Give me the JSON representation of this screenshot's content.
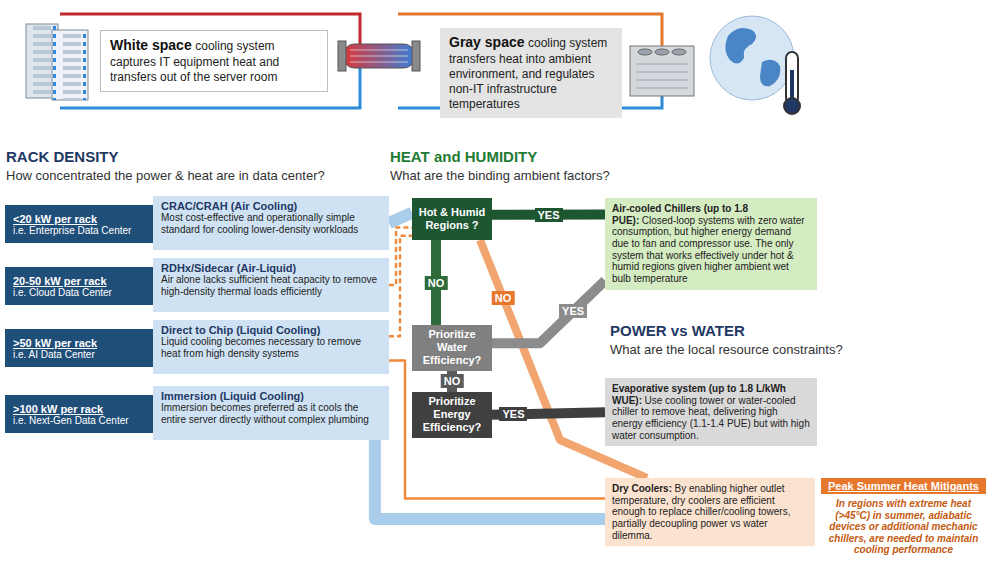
{
  "diagram": {
    "nodes": [
      {
        "text": [
          "White space",
          "cooling system captures IT equipment heat and transfers out of the server room"
        ]
      },
      {
        "text": [
          "Gray space",
          "cooling system transfers heat into ambient environment, and regulates non-IT infrastructure temperatures"
        ]
      },
      {
        "text": [
          "<20 kW per rack",
          "i.e. Enterprise Data Center"
        ]
      },
      {
        "text": [
          "20-50 kW per rack",
          "i.e. Cloud Data Center"
        ]
      },
      {
        "text": [
          ">50 kW per rack",
          "i.e. AI Data Center"
        ]
      },
      {
        "text": [
          ">100 kW per rack",
          "i.e. Next-Gen Data Center"
        ]
      },
      {
        "text": [
          "CRAC/CRAH (Air Cooling)",
          "Most cost-effective and operationally simple standard for cooling lower-density workloads"
        ]
      },
      {
        "text": [
          "RDHx/Sidecar (Air-Liquid)",
          "Air alone lacks sufficient heat capacity to remove high-density thermal loads efficiently"
        ]
      },
      {
        "text": [
          "Direct to Chip (Liquid Cooling)",
          "Liquid cooling becomes necessary to remove heat from high density systems"
        ]
      },
      {
        "text": [
          "Immersion (Liquid Cooling)",
          "Immersion becomes preferred as it cools the entire server directly without complex plumbing"
        ]
      },
      {
        "text": [
          "Hot & Humid Regions ?"
        ]
      },
      {
        "text": [
          "Prioritize Water Efficiency?"
        ]
      },
      {
        "text": [
          "Prioritize Energy Efficiency?"
        ]
      },
      {
        "text": [
          "Air-cooled Chillers (up to 1.8 PUE):",
          "Closed-loop systems with zero water consumption, but higher energy demand due to fan and compressor use. The only system that works effectively under hot & humid regions given higher ambient wet bulb temperature"
        ]
      },
      {
        "text": [
          "Evaporative system (up to 1.8 L/kWh WUE):",
          "Use cooling tower or water-cooled chiller to remove heat, delivering high energy efficiency (1.1-1.4 PUE) but with high water consumption."
        ]
      },
      {
        "text": [
          "Dry Coolers:",
          "By enabling higher outlet temperature, dry coolers are efficient enough to replace chiller/cooling towers, partially decoupling power vs water dilemma."
        ]
      },
      {
        "text": [
          "Peak Summer Heat Mitigants",
          "In regions with extreme heat (>45°C) in summer, adiabatic devices or additional mechanic chillers, are needed to maintain cooling performance"
        ]
      }
    ],
    "edges": [
      {
        "from": 6,
        "to": 10,
        "arrow": "none"
      },
      {
        "from": 7,
        "to": 10,
        "arrow": "none"
      },
      {
        "from": 8,
        "to": 10,
        "arrow": "none"
      },
      {
        "from": 8,
        "to": 15,
        "arrow": "none"
      },
      {
        "from": 9,
        "to": 15,
        "arrow": "none"
      },
      {
        "from": 10,
        "to": 13,
        "label": "YES",
        "arrow": "none"
      },
      {
        "from": 10,
        "to": 11,
        "label": "NO",
        "arrow": "none"
      },
      {
        "from": 10,
        "to": 15,
        "label": "NO",
        "arrow": "none"
      },
      {
        "from": 11,
        "to": 13,
        "label": "YES",
        "arrow": "none"
      },
      {
        "from": 11,
        "to": 12,
        "label": "NO",
        "arrow": "none"
      },
      {
        "from": 12,
        "to": 14,
        "label": "YES",
        "arrow": "none"
      }
    ],
    "labels": [
      "RACK DENSITY",
      "How concentrated the power & heat are in data center?",
      "HEAT and HUMIDITY",
      "What are the binding ambient factors?",
      "POWER vs WATER",
      "What are the local resource constraints?"
    ]
  }
}
